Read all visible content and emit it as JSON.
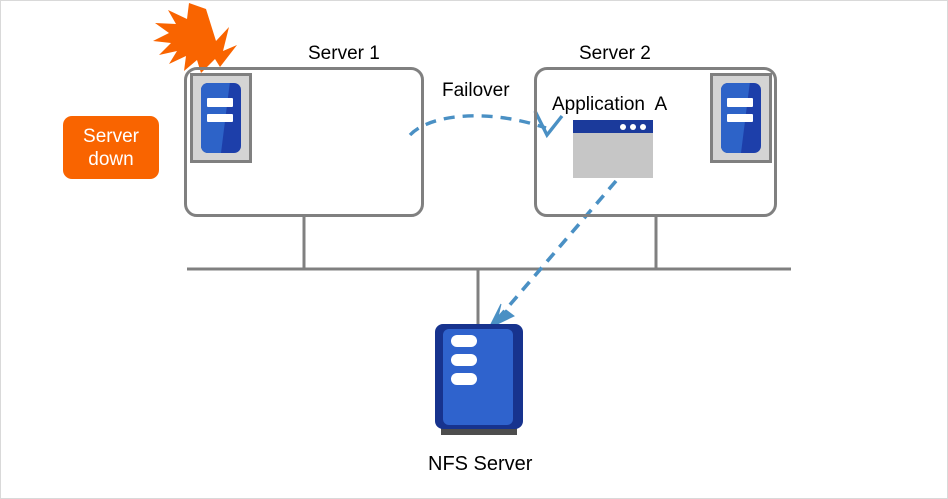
{
  "diagram": {
    "title_server1": "Server 1",
    "title_server2": "Server 2",
    "failover_label": "Failover",
    "application_label": "Application  A",
    "nfs_label": "NFS Server",
    "badge_line1": "Server",
    "badge_line2": "down"
  },
  "colors": {
    "badge_orange": "#f96400",
    "bolt_orange": "#f96400",
    "box_border_gray": "#808080",
    "arrow_blue": "#4a90c4",
    "server_icon_blue_dark": "#1d3faa",
    "server_icon_blue_light": "#2d63c8",
    "server_icon_frame": "#d4d4d4",
    "app_titlebar_navy": "#1b3a9b",
    "app_body_gray": "#c6c6c6",
    "nfs_shell_navy": "#17338e",
    "nfs_face_blue": "#2f63cd",
    "nfs_base_gray": "#4d4d4d",
    "canvas_border": "#d9d9d9",
    "text_black": "#000000",
    "text_white": "#ffffff"
  },
  "icons": {
    "server1": "server-computer-icon",
    "server2": "server-computer-icon",
    "application": "application-window-icon",
    "nfs": "nfs-storage-server-icon",
    "fault": "lightning-burst-icon",
    "failover_arrow": "curved-dashed-arrow-icon",
    "nfs_access_arrow": "diagonal-dashed-arrow-icon"
  }
}
